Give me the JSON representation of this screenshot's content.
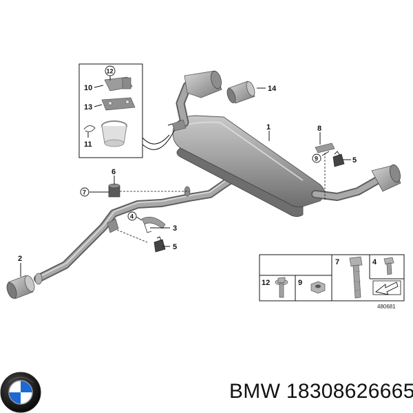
{
  "diagram": {
    "callouts": {
      "c1": "1",
      "c2": "2",
      "c3": "3",
      "c4": "4",
      "c5a": "5",
      "c5b": "5",
      "c6": "6",
      "c7": "7",
      "c8": "8",
      "c9": "9",
      "c10": "10",
      "c11": "11",
      "c12": "12",
      "c13": "13",
      "c14": "14"
    },
    "legend": {
      "l7": "7",
      "l4": "4",
      "l12": "12",
      "l9": "9"
    },
    "reference_number": "480681"
  },
  "footer": {
    "brand_text": "BMW 18308626665"
  },
  "colors": {
    "metal": "#9a9a9a",
    "metal_dark": "#6f6f6f",
    "metal_light": "#c4c4c4",
    "line": "#111111",
    "bmw_blue": "#1c69d4"
  }
}
